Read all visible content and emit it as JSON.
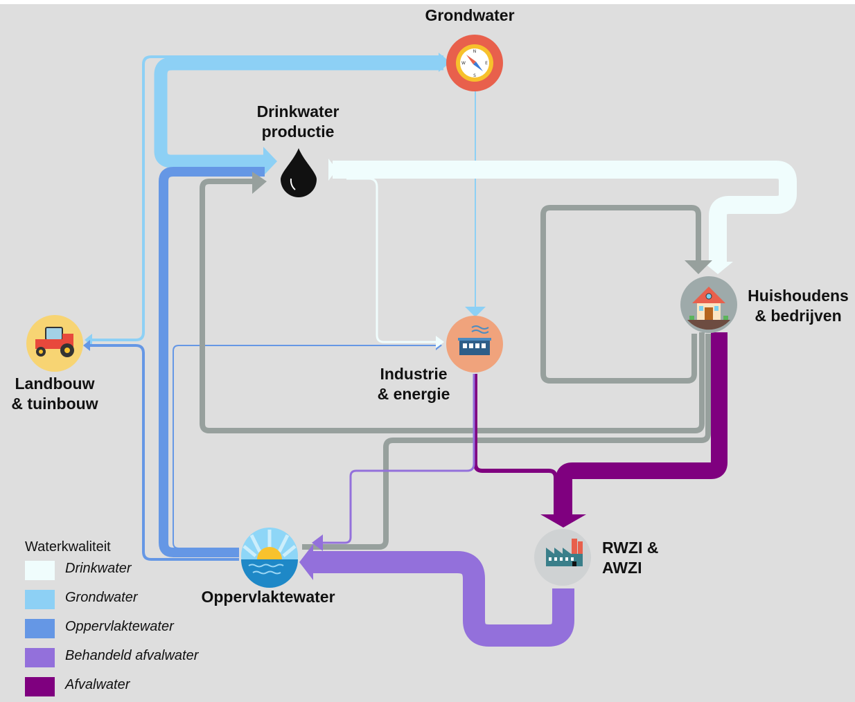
{
  "colors": {
    "background": "#ffffff",
    "panel": "#dedede",
    "drinkwater": "#f0fdfd",
    "grondwater": "#8dd0f5",
    "oppervlaktewater": "#6597e5",
    "behandeld_afvalwater": "#9370db",
    "afvalwater": "#7f007f",
    "return_flow": "#97a09d"
  },
  "nodes": {
    "grondwater": {
      "label": "Grondwater",
      "icon": "compass-icon"
    },
    "drinkwater_productie": {
      "label": "Drinkwater\nproductie",
      "icon": "water-drop-icon"
    },
    "landbouw": {
      "label": "Landbouw\n& tuinbouw",
      "icon": "tractor-icon"
    },
    "industrie": {
      "label": "Industrie\n& energie",
      "icon": "factory-icon"
    },
    "huishoudens": {
      "label": "Huishoudens\n& bedrijven",
      "icon": "house-icon"
    },
    "rwzi": {
      "label": "RWZI &\nAWZI",
      "icon": "treatment-plant-icon"
    },
    "oppervlaktewater": {
      "label": "Oppervlaktewater",
      "icon": "sunset-sea-icon"
    }
  },
  "legend": {
    "title": "Waterkwaliteit",
    "items": [
      {
        "label": "Drinkwater",
        "color": "#f0fdfd"
      },
      {
        "label": "Grondwater",
        "color": "#8dd0f5"
      },
      {
        "label": "Oppervlaktewater",
        "color": "#6597e5"
      },
      {
        "label": "Behandeld afvalwater",
        "color": "#9370db"
      },
      {
        "label": "Afvalwater",
        "color": "#7f007f"
      }
    ]
  }
}
